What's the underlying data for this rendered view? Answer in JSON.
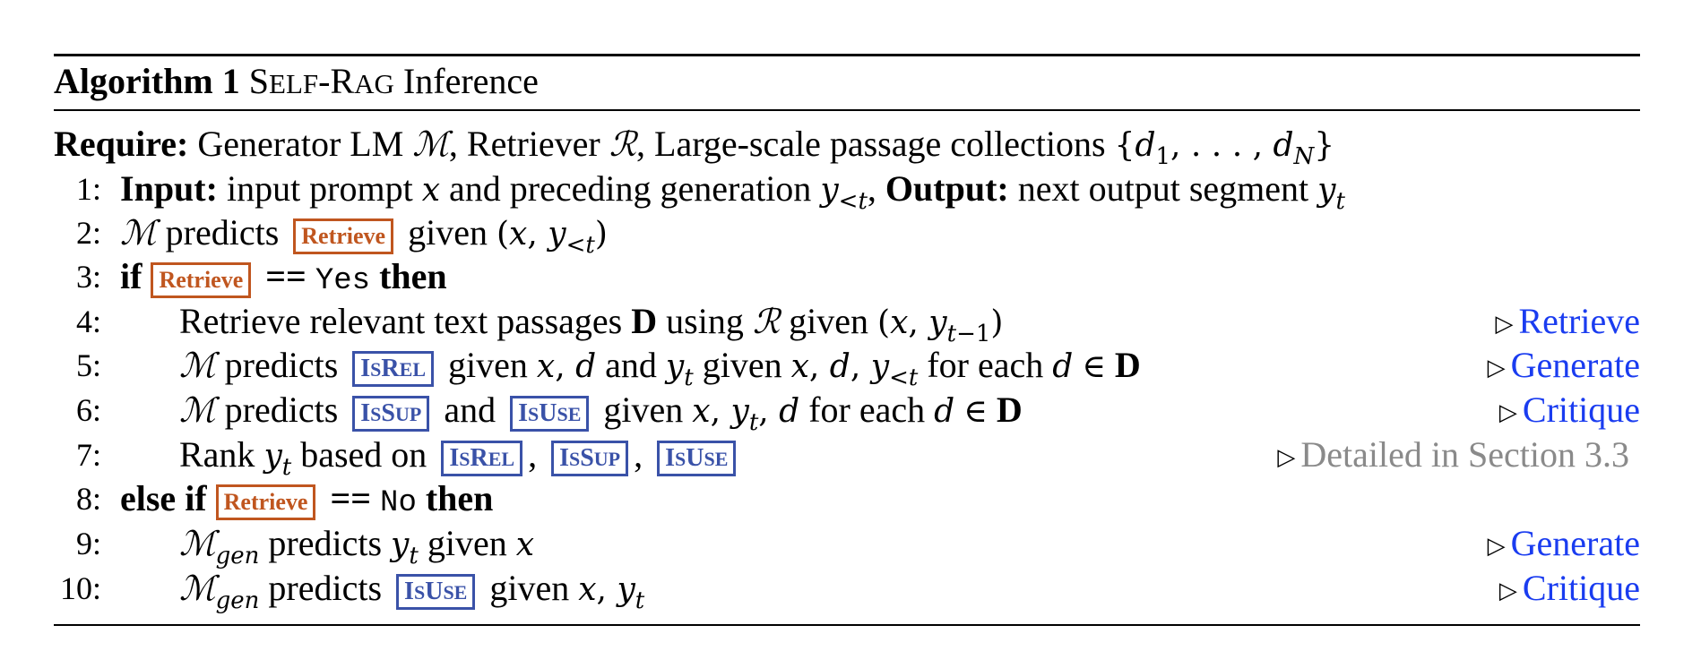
{
  "algorithm": {
    "label": "Algorithm 1",
    "name_parts": [
      "S",
      "ELF",
      "-R",
      "AG"
    ],
    "name_suffix": "Inference"
  },
  "require": {
    "keyword": "Require:",
    "text1": "Generator LM",
    "text2": ", Retriever",
    "text3": ", Large-scale passage collections"
  },
  "tokens": {
    "retrieve": "Retrieve",
    "isrel": [
      "I",
      "S",
      "R",
      "EL"
    ],
    "issup": [
      "I",
      "S",
      "S",
      "UP"
    ],
    "isuse": [
      "I",
      "S",
      "U",
      "SE"
    ]
  },
  "lines": [
    {
      "num": "1:",
      "input_kw": "Input:",
      "t1": "input prompt",
      "t2": "and preceding generation",
      "output_kw": "Output:",
      "t3": "next output segment"
    },
    {
      "num": "2:",
      "t1": "predicts",
      "t2": "given"
    },
    {
      "num": "3:",
      "kw_if": "if",
      "op": "==",
      "val": "Yes",
      "kw_then": "then"
    },
    {
      "num": "4:",
      "t1": "Retrieve relevant text passages",
      "t2": "using",
      "t3": "given",
      "comment": "Retrieve"
    },
    {
      "num": "5:",
      "t1": "predicts",
      "t2": "given",
      "t3": "and",
      "t4": "given",
      "t5": "for each",
      "comment": "Generate"
    },
    {
      "num": "6:",
      "t1": "predicts",
      "t2": "and",
      "t3": "given",
      "t4": "for each",
      "comment": "Critique"
    },
    {
      "num": "7:",
      "t1": "Rank",
      "t2": "based on",
      "comment": "Detailed in Section 3.3"
    },
    {
      "num": "8:",
      "kw": "else if",
      "op": "==",
      "val": "No",
      "kw_then": "then"
    },
    {
      "num": "9:",
      "t1": "predicts",
      "t2": "given",
      "comment": "Generate"
    },
    {
      "num": "10:",
      "t1": "predicts",
      "t2": "given",
      "comment": "Critique"
    }
  ],
  "colors": {
    "retrieve_token": "#c0561f",
    "reflection_token": "#3a52a8",
    "comment": "#1a3cf0",
    "comment_gray": "#8a8a8a"
  }
}
